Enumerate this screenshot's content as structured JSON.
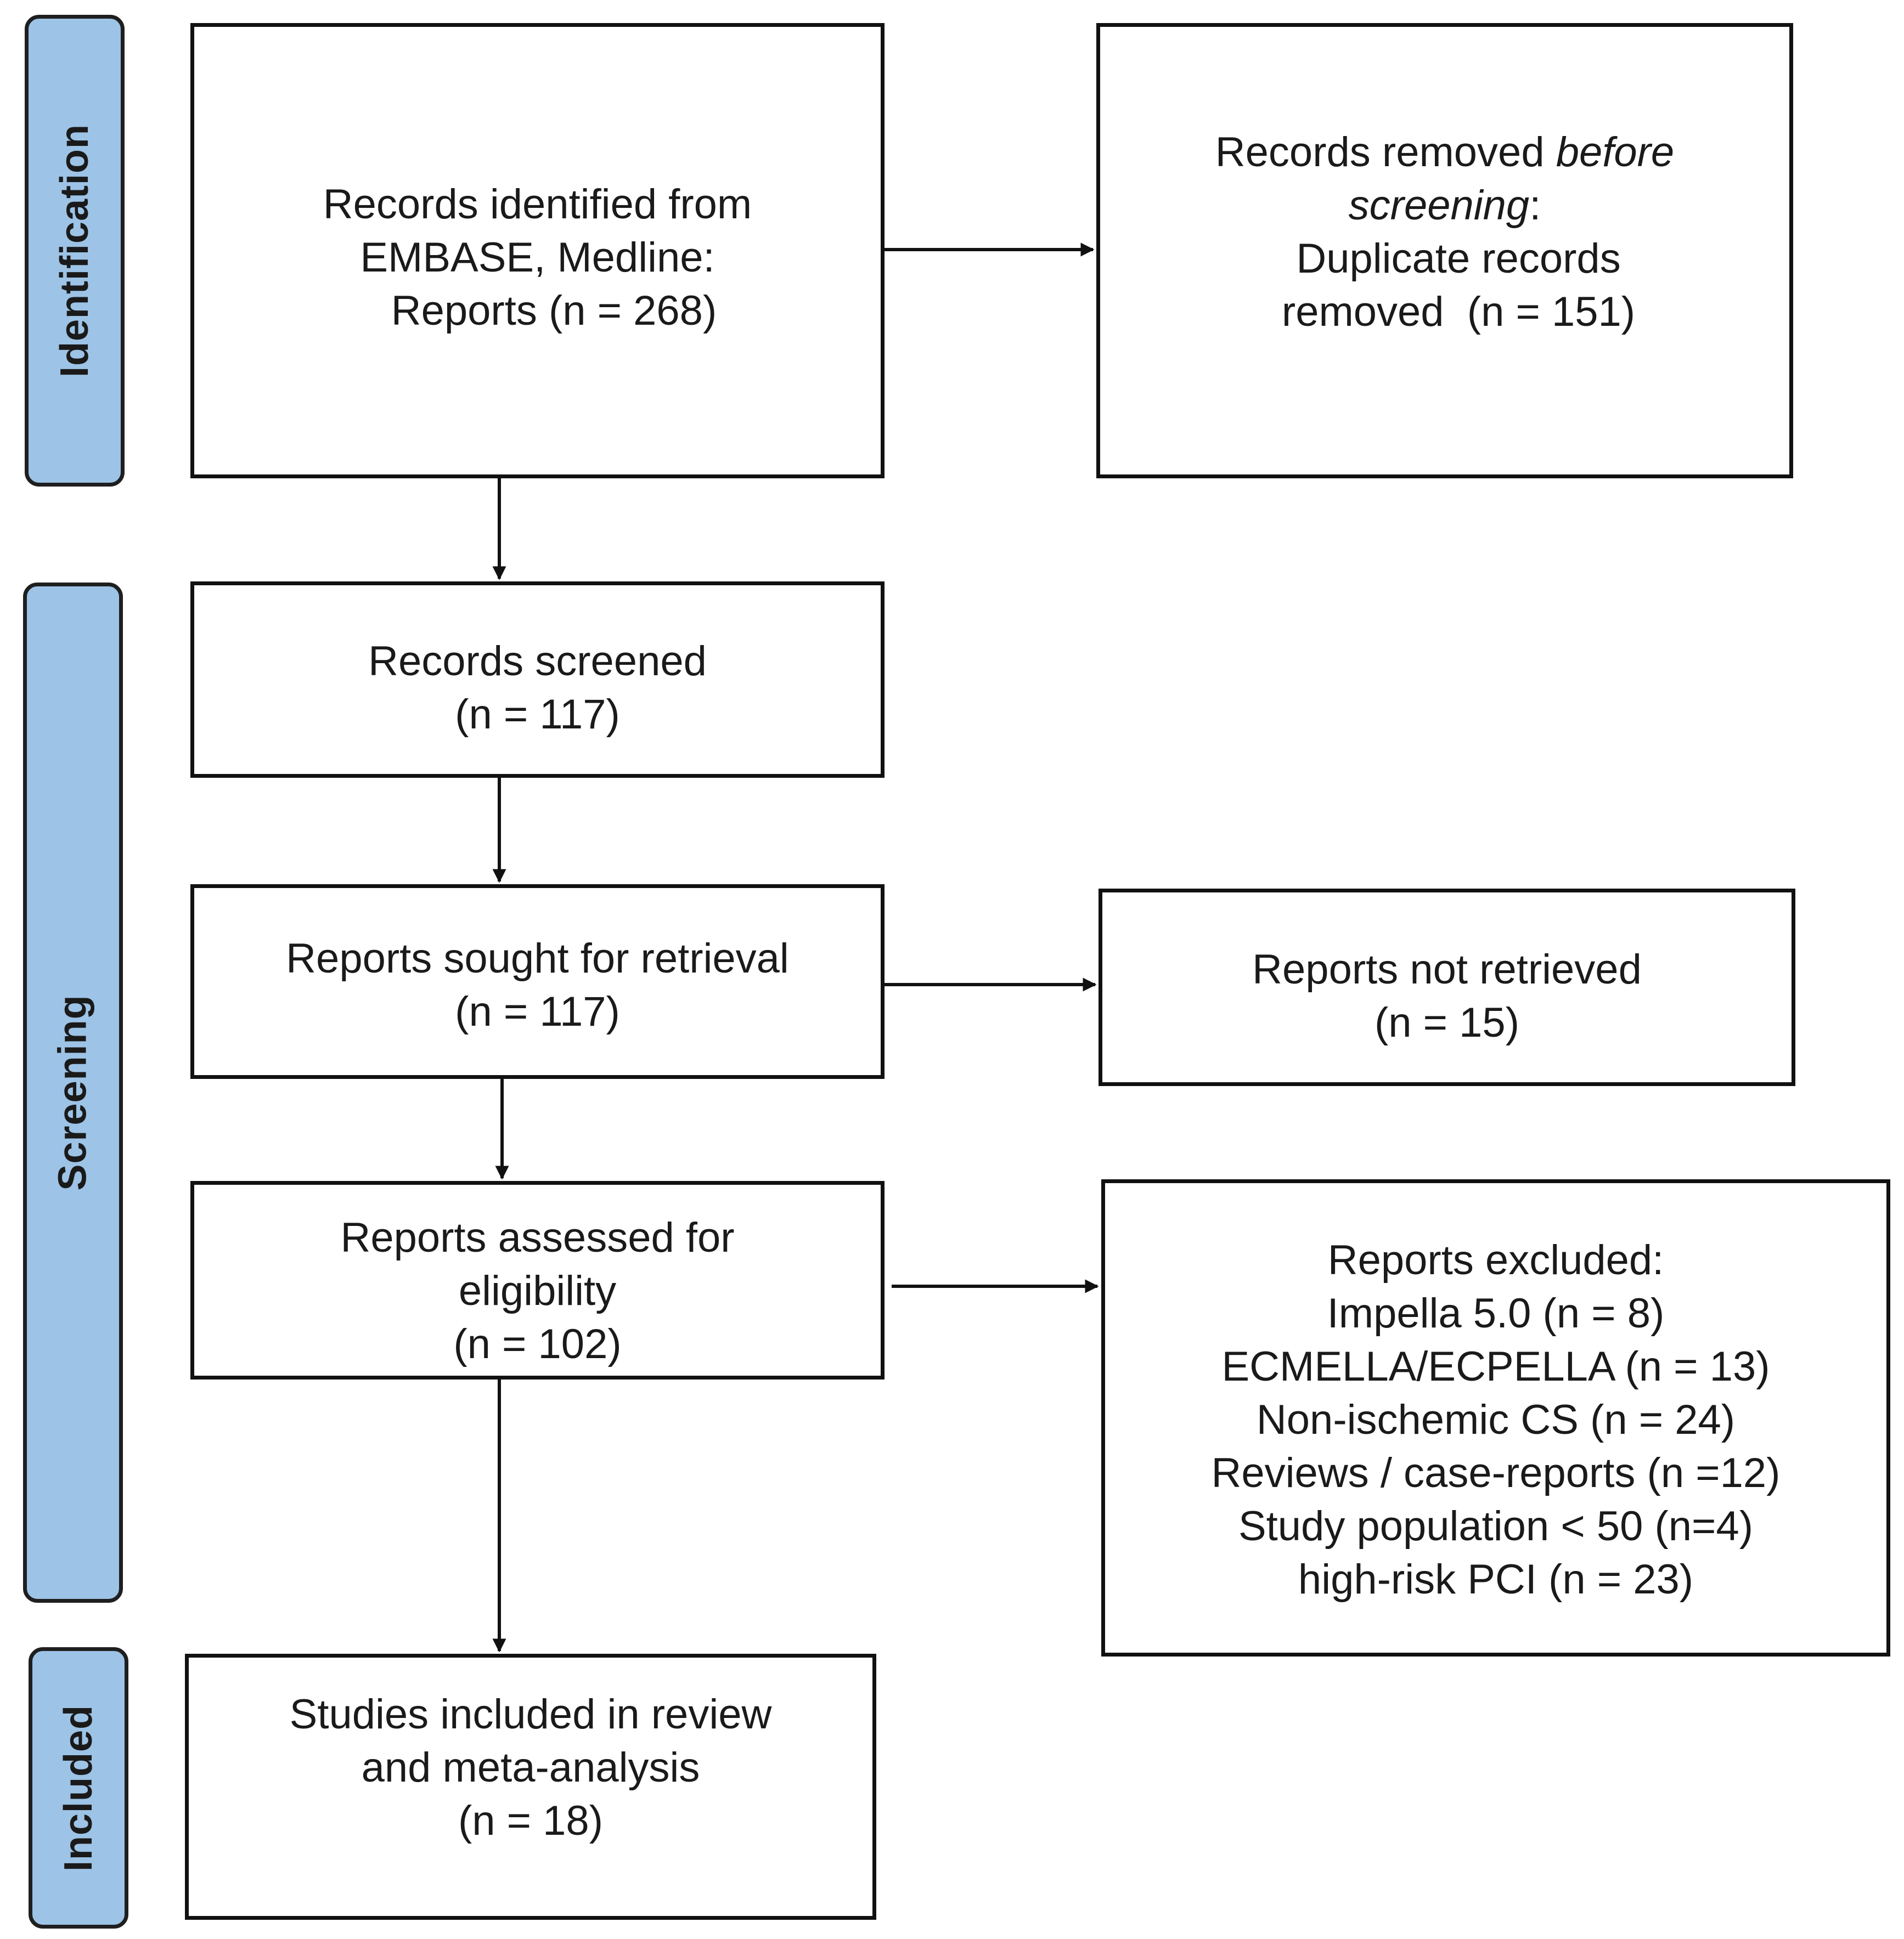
{
  "phases": {
    "identification": "Identification",
    "screening": "Screening",
    "included": "Included"
  },
  "boxes": {
    "identified": {
      "lines": [
        "Records identified from",
        "EMBASE, Medline:",
        "Reports (n = 268)"
      ]
    },
    "removed": {
      "line1_prefix": "Records removed ",
      "line1_italic": "before",
      "line2_italic": "screening",
      "line2_suffix": ":",
      "line3": "Duplicate records",
      "line4": "removed  (n = 151)"
    },
    "screened": {
      "lines": [
        "Records screened",
        "(n = 117)"
      ]
    },
    "sought": {
      "lines": [
        "Reports sought for retrieval",
        "(n = 117)"
      ]
    },
    "not_retrieved": {
      "lines": [
        "Reports not retrieved",
        "(n = 15)"
      ]
    },
    "assessed": {
      "lines": [
        "Reports assessed for",
        "eligibility",
        "(n = 102)"
      ]
    },
    "excluded": {
      "lines": [
        "Reports excluded:",
        "Impella 5.0 (n = 8)",
        "ECMELLA/ECPELLA (n = 13)",
        "Non-ischemic CS (n = 24)",
        "Reviews / case-reports (n =12)",
        "Study population < 50 (n=4)",
        "high-risk PCI (n = 23)"
      ]
    },
    "included": {
      "lines": [
        "Studies included in review",
        "and meta-analysis",
        "(n = 18)"
      ]
    }
  }
}
